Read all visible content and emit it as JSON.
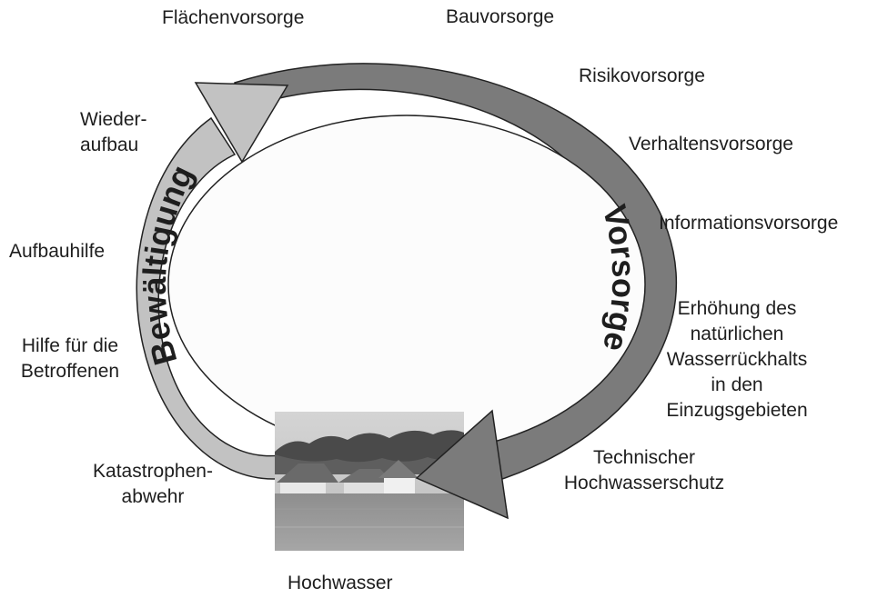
{
  "cycle": {
    "left_arc_label": "Bewältigung",
    "right_arc_label": "Vorsorge",
    "bottom_label": "Hochwasser",
    "colors": {
      "vorsorge_arc": "#7b7b7b",
      "bewaeltigung_arc": "#c2c2c2",
      "outline": "#222222",
      "inner_fill": "#fcfcfc"
    }
  },
  "vorsorge_items": {
    "flaechenvorsorge": "Flächenvorsorge",
    "bauvorsorge": "Bauvorsorge",
    "risikovorsorge": "Risikovorsorge",
    "verhaltensvorsorge": "Verhaltensvorsorge",
    "informationsvorsorge": "Informationsvorsorge",
    "wasserrueckhalt": [
      "Erhöhung des",
      "natürlichen",
      "Wasserrückhalts",
      "in den",
      "Einzugsgebieten"
    ],
    "technischer_schutz": [
      "Technischer",
      "Hochwasserschutz"
    ]
  },
  "bewaeltigung_items": {
    "wiederaufbau": [
      "Wieder-",
      "aufbau"
    ],
    "aufbauhilfe": "Aufbauhilfe",
    "hilfe_betroffene": [
      "Hilfe für die",
      "Betroffenen"
    ],
    "katastrophenabwehr": [
      "Katastrophen-",
      "abwehr"
    ]
  }
}
